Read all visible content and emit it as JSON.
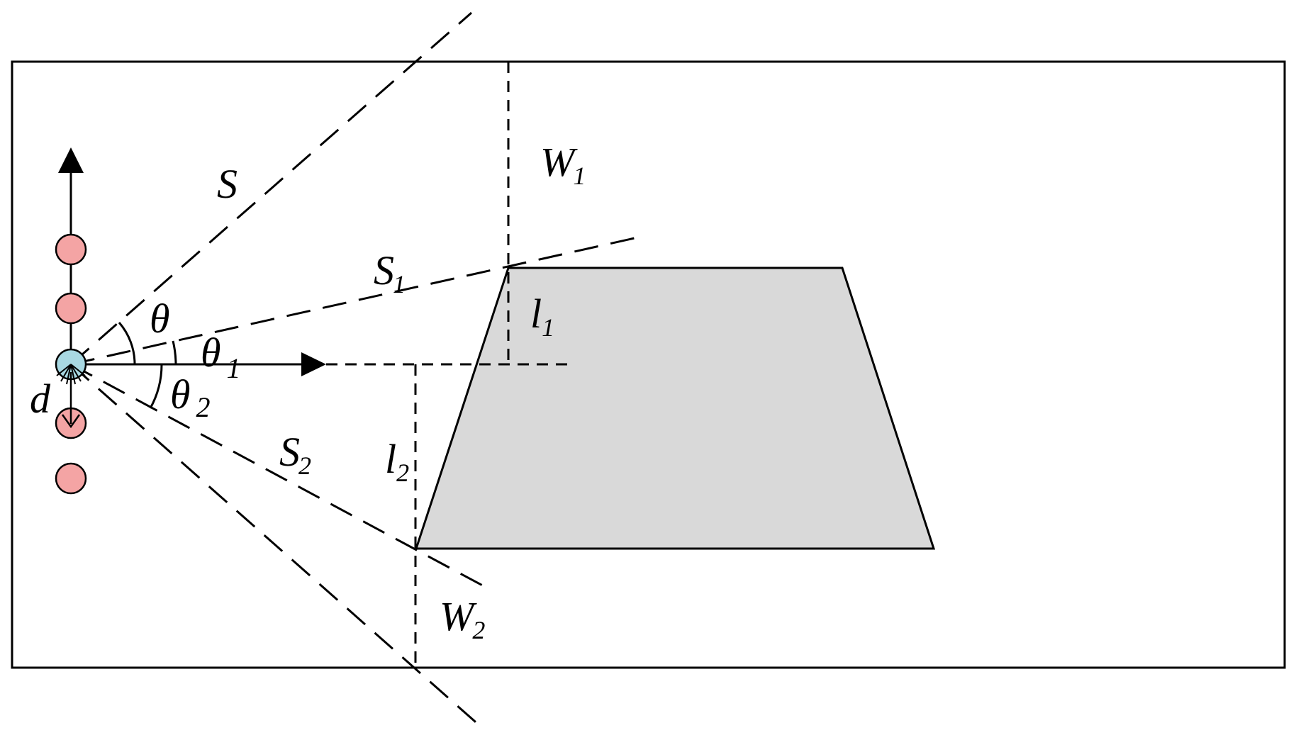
{
  "diagram": {
    "labels": {
      "S": "S",
      "S1": "S",
      "S1_sub": "1",
      "S2": "S",
      "S2_sub": "2",
      "W1": "W",
      "W1_sub": "1",
      "W2": "W",
      "W2_sub": "2",
      "l1": "l",
      "l1_sub": "1",
      "l2": "l",
      "l2_sub": "2",
      "theta": "θ",
      "theta1": "θ",
      "theta1_sub": "1",
      "theta2": "θ",
      "theta2_sub": "2",
      "d": "d"
    },
    "colors": {
      "sensor_main": "#a8d8e2",
      "sensor_other": "#f4a4a4",
      "obstacle_fill": "#d9d9d9",
      "stroke": "#000000"
    },
    "sensor_count": 5
  }
}
